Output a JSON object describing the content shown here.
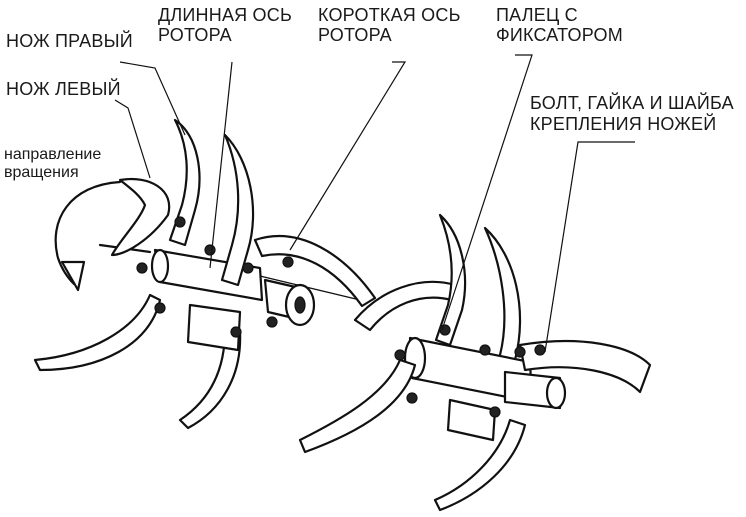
{
  "labels": {
    "right_blade": "НОЖ ПРАВЫЙ",
    "left_blade": "НОЖ ЛЕВЫЙ",
    "rotation": [
      "направление",
      "вращения"
    ],
    "long_axis": [
      "ДЛИННАЯ ОСЬ",
      "РОТОРА"
    ],
    "short_axis": [
      "КОРОТКАЯ ОСЬ",
      "РОТОРА"
    ],
    "pin": [
      "ПАЛЕЦ С",
      "ФИКСАТОРОМ"
    ],
    "bolt": [
      "БОЛТ, ГАЙКА И ШАЙБА",
      "КРЕПЛЕНИЯ НОЖЕЙ"
    ]
  }
}
